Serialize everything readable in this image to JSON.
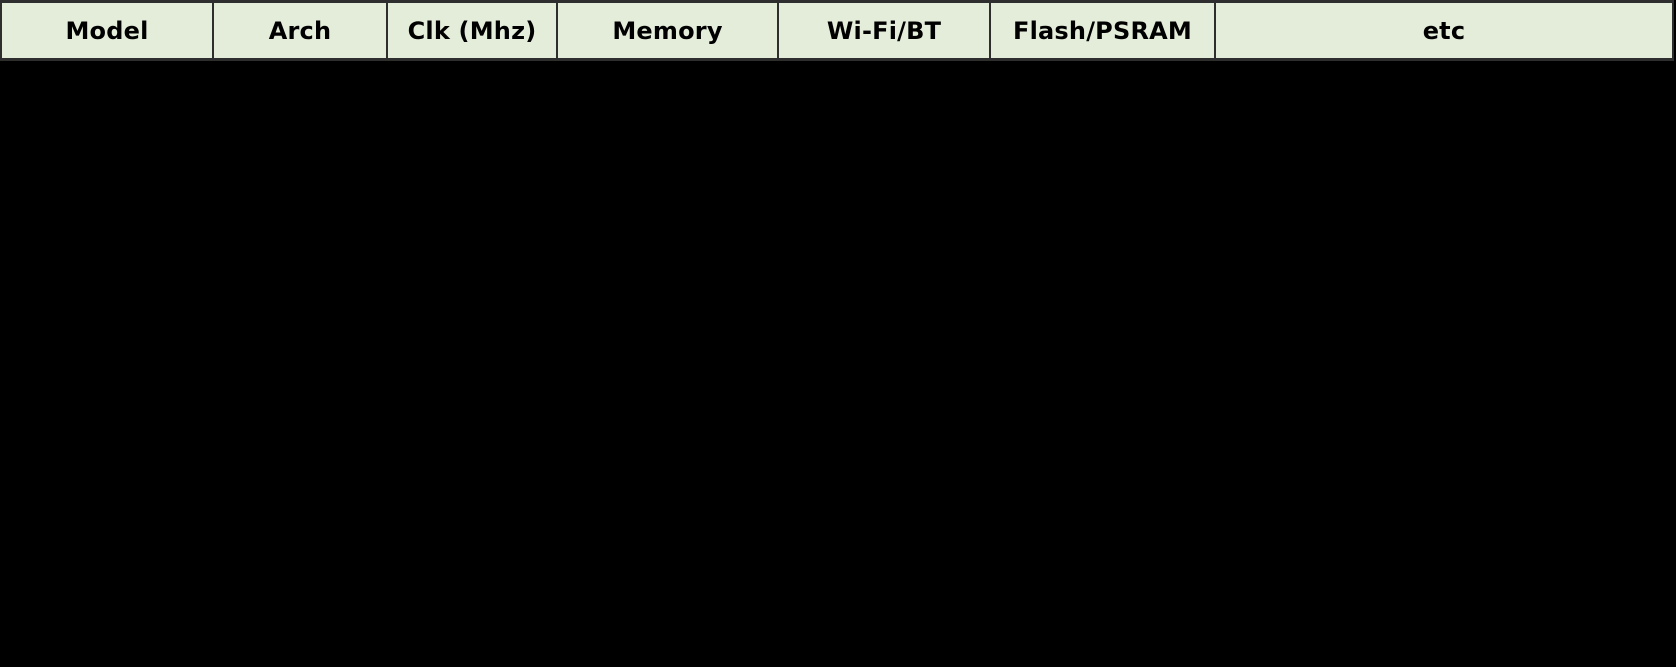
{
  "table": {
    "caption": "",
    "columns": [
      {
        "key": "model",
        "label": "Model"
      },
      {
        "key": "arch",
        "label": "Arch"
      },
      {
        "key": "clk",
        "label": "Clk (Mhz)"
      },
      {
        "key": "memory",
        "label": "Memory"
      },
      {
        "key": "wifi_bt",
        "label": "Wi-Fi/BT"
      },
      {
        "key": "flash_psram",
        "label": "Flash/PSRAM"
      },
      {
        "key": "etc",
        "label": "etc"
      }
    ],
    "rows": [],
    "row_count": 0,
    "colors": {
      "header_background": "#e3edd9",
      "header_text": "#000000",
      "border": "#2e2e2e",
      "page_background": "#000000"
    }
  }
}
